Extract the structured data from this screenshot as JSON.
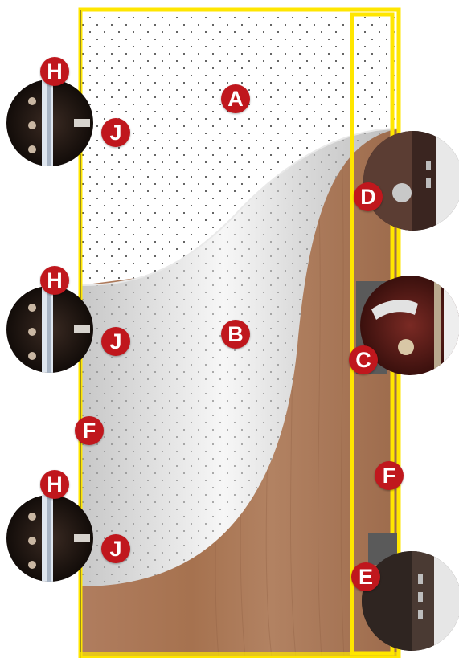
{
  "colors": {
    "frame_outline": "#ffe600",
    "badge": "#c0171d",
    "wood": "#a8765a",
    "metal_sheet": "#dcdcdc"
  },
  "callouts": [
    {
      "id": "A",
      "label": "A",
      "refers_to": "top-panel-dotted"
    },
    {
      "id": "B",
      "label": "B",
      "refers_to": "steel-sheet-curl"
    },
    {
      "id": "C",
      "label": "C",
      "refers_to": "handle-lock-detail"
    },
    {
      "id": "D",
      "label": "D",
      "refers_to": "upper-lock-detail"
    },
    {
      "id": "E",
      "label": "E",
      "refers_to": "lower-lock-detail"
    },
    {
      "id": "F_left",
      "label": "F",
      "refers_to": "frame-edge-left"
    },
    {
      "id": "F_right",
      "label": "F",
      "refers_to": "frame-edge-right"
    },
    {
      "id": "H_top",
      "label": "H",
      "refers_to": "hinge-top"
    },
    {
      "id": "J_top",
      "label": "J",
      "refers_to": "anti-removal-pin-top"
    },
    {
      "id": "H_mid",
      "label": "H",
      "refers_to": "hinge-middle"
    },
    {
      "id": "J_mid",
      "label": "J",
      "refers_to": "anti-removal-pin-middle"
    },
    {
      "id": "H_bot",
      "label": "H",
      "refers_to": "hinge-bottom"
    },
    {
      "id": "J_bot",
      "label": "J",
      "refers_to": "anti-removal-pin-bottom"
    }
  ]
}
